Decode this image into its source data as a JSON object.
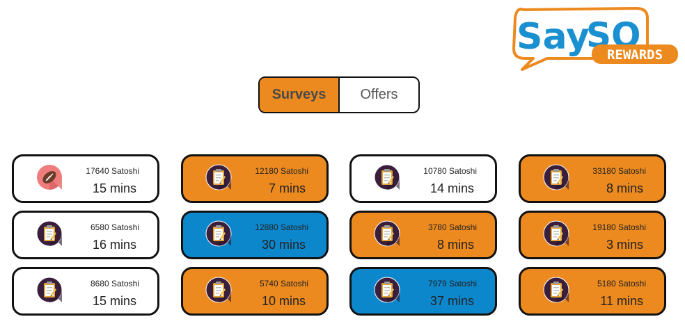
{
  "logo": {
    "word_left": "Say",
    "word_right": "SO",
    "subtitle": "REWARDS"
  },
  "tabs": [
    {
      "label": "Surveys",
      "active": true
    },
    {
      "label": "Offers",
      "active": false
    }
  ],
  "colors": {
    "orange": "#ec8a1f",
    "blue": "#0d87cc",
    "white": "#ffffff"
  },
  "surveys": [
    {
      "points": "17640 Satoshi",
      "duration": "15 mins",
      "style": "white",
      "icon": "football-icon"
    },
    {
      "points": "12180 Satoshi",
      "duration": "7 mins",
      "style": "orange",
      "icon": "clipboard-icon"
    },
    {
      "points": "10780 Satoshi",
      "duration": "14 mins",
      "style": "white",
      "icon": "clipboard-icon"
    },
    {
      "points": "33180 Satoshi",
      "duration": "8 mins",
      "style": "orange",
      "icon": "clipboard-icon"
    },
    {
      "points": "6580 Satoshi",
      "duration": "16 mins",
      "style": "white",
      "icon": "clipboard-icon"
    },
    {
      "points": "12880 Satoshi",
      "duration": "30 mins",
      "style": "blue",
      "icon": "clipboard-icon"
    },
    {
      "points": "3780 Satoshi",
      "duration": "8 mins",
      "style": "orange",
      "icon": "clipboard-icon"
    },
    {
      "points": "19180 Satoshi",
      "duration": "3 mins",
      "style": "orange",
      "icon": "clipboard-icon"
    },
    {
      "points": "8680 Satoshi",
      "duration": "15 mins",
      "style": "white",
      "icon": "clipboard-icon"
    },
    {
      "points": "5740 Satoshi",
      "duration": "10 mins",
      "style": "orange",
      "icon": "clipboard-icon"
    },
    {
      "points": "7979 Satoshi",
      "duration": "37 mins",
      "style": "blue",
      "icon": "clipboard-icon"
    },
    {
      "points": "5180 Satoshi",
      "duration": "11 mins",
      "style": "orange",
      "icon": "clipboard-icon"
    }
  ]
}
